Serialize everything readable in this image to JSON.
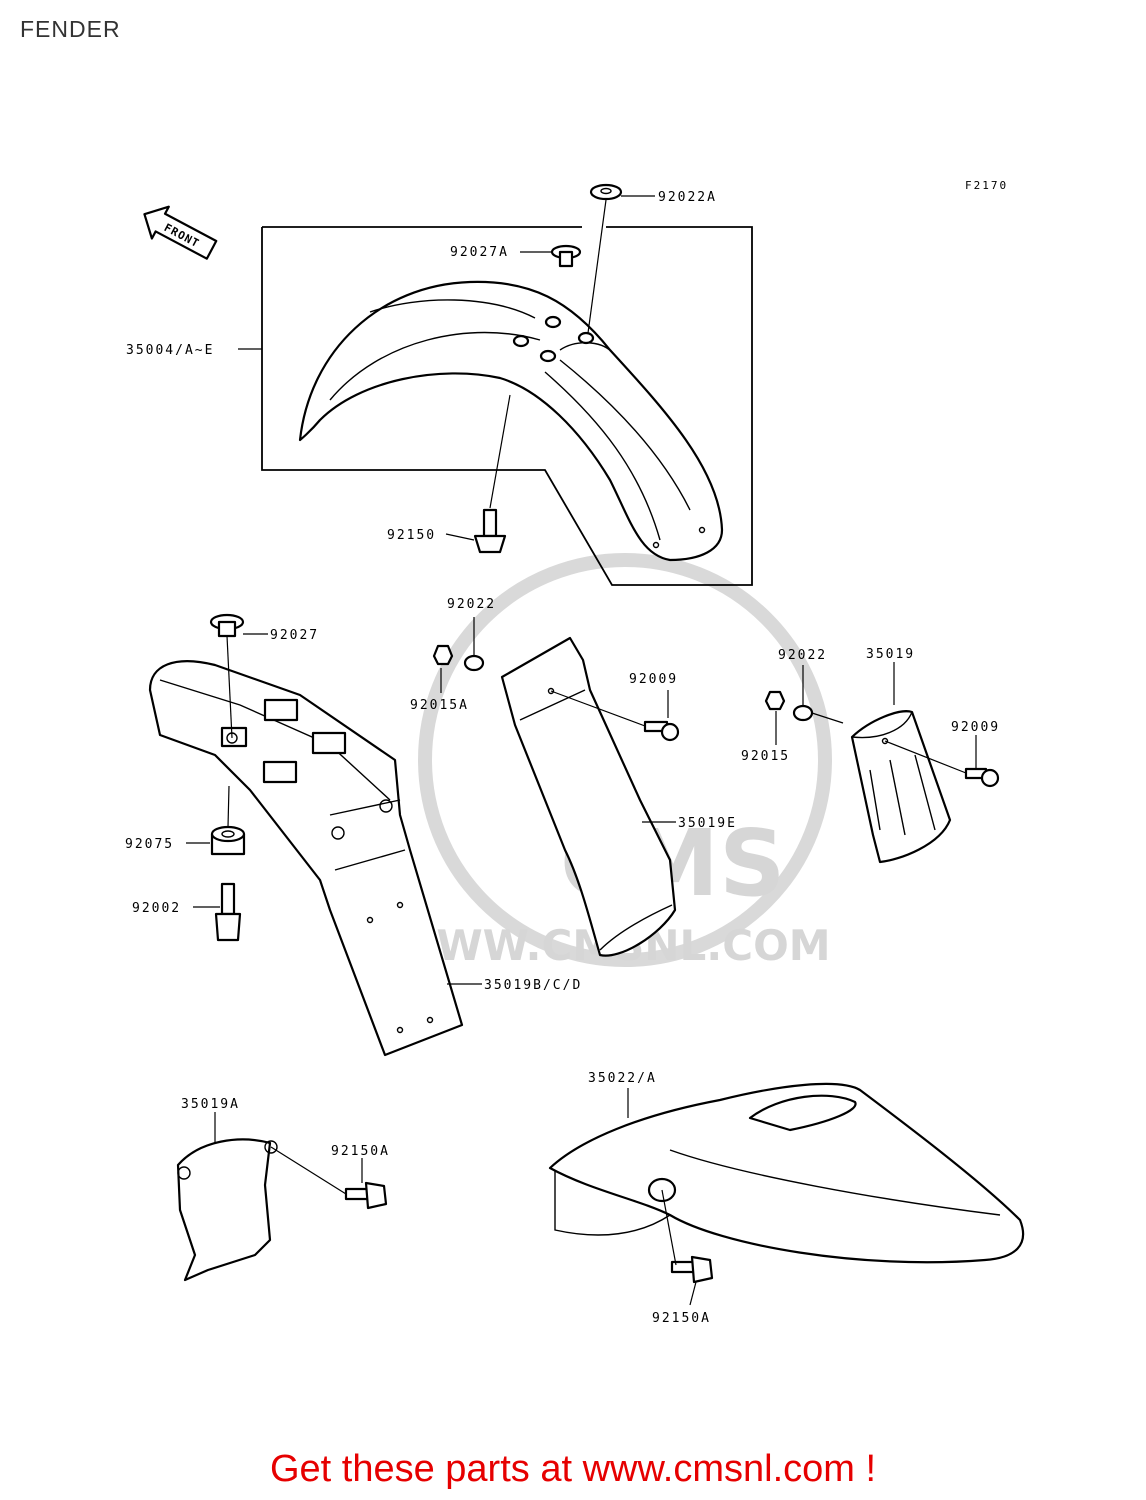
{
  "title": "FENDER",
  "diagram_code": "F2170",
  "front_arrow_label": "FRONT",
  "watermark": {
    "logo": "CMS",
    "url": "WWW.CMSNL.COM",
    "color": "#d6d6d6"
  },
  "part_labels": [
    "92022A",
    "92027A",
    "35004/A~E",
    "92150",
    "92022",
    "92015A",
    "92009",
    "35019E",
    "92027",
    "92075",
    "92002",
    "35019B/C/D",
    "92022",
    "35019",
    "92015",
    "92009",
    "35019A",
    "92150A",
    "35022/A",
    "92150A"
  ],
  "footer": {
    "text": "Get these parts at www.cmsnl.com !",
    "color": "#e60000"
  }
}
